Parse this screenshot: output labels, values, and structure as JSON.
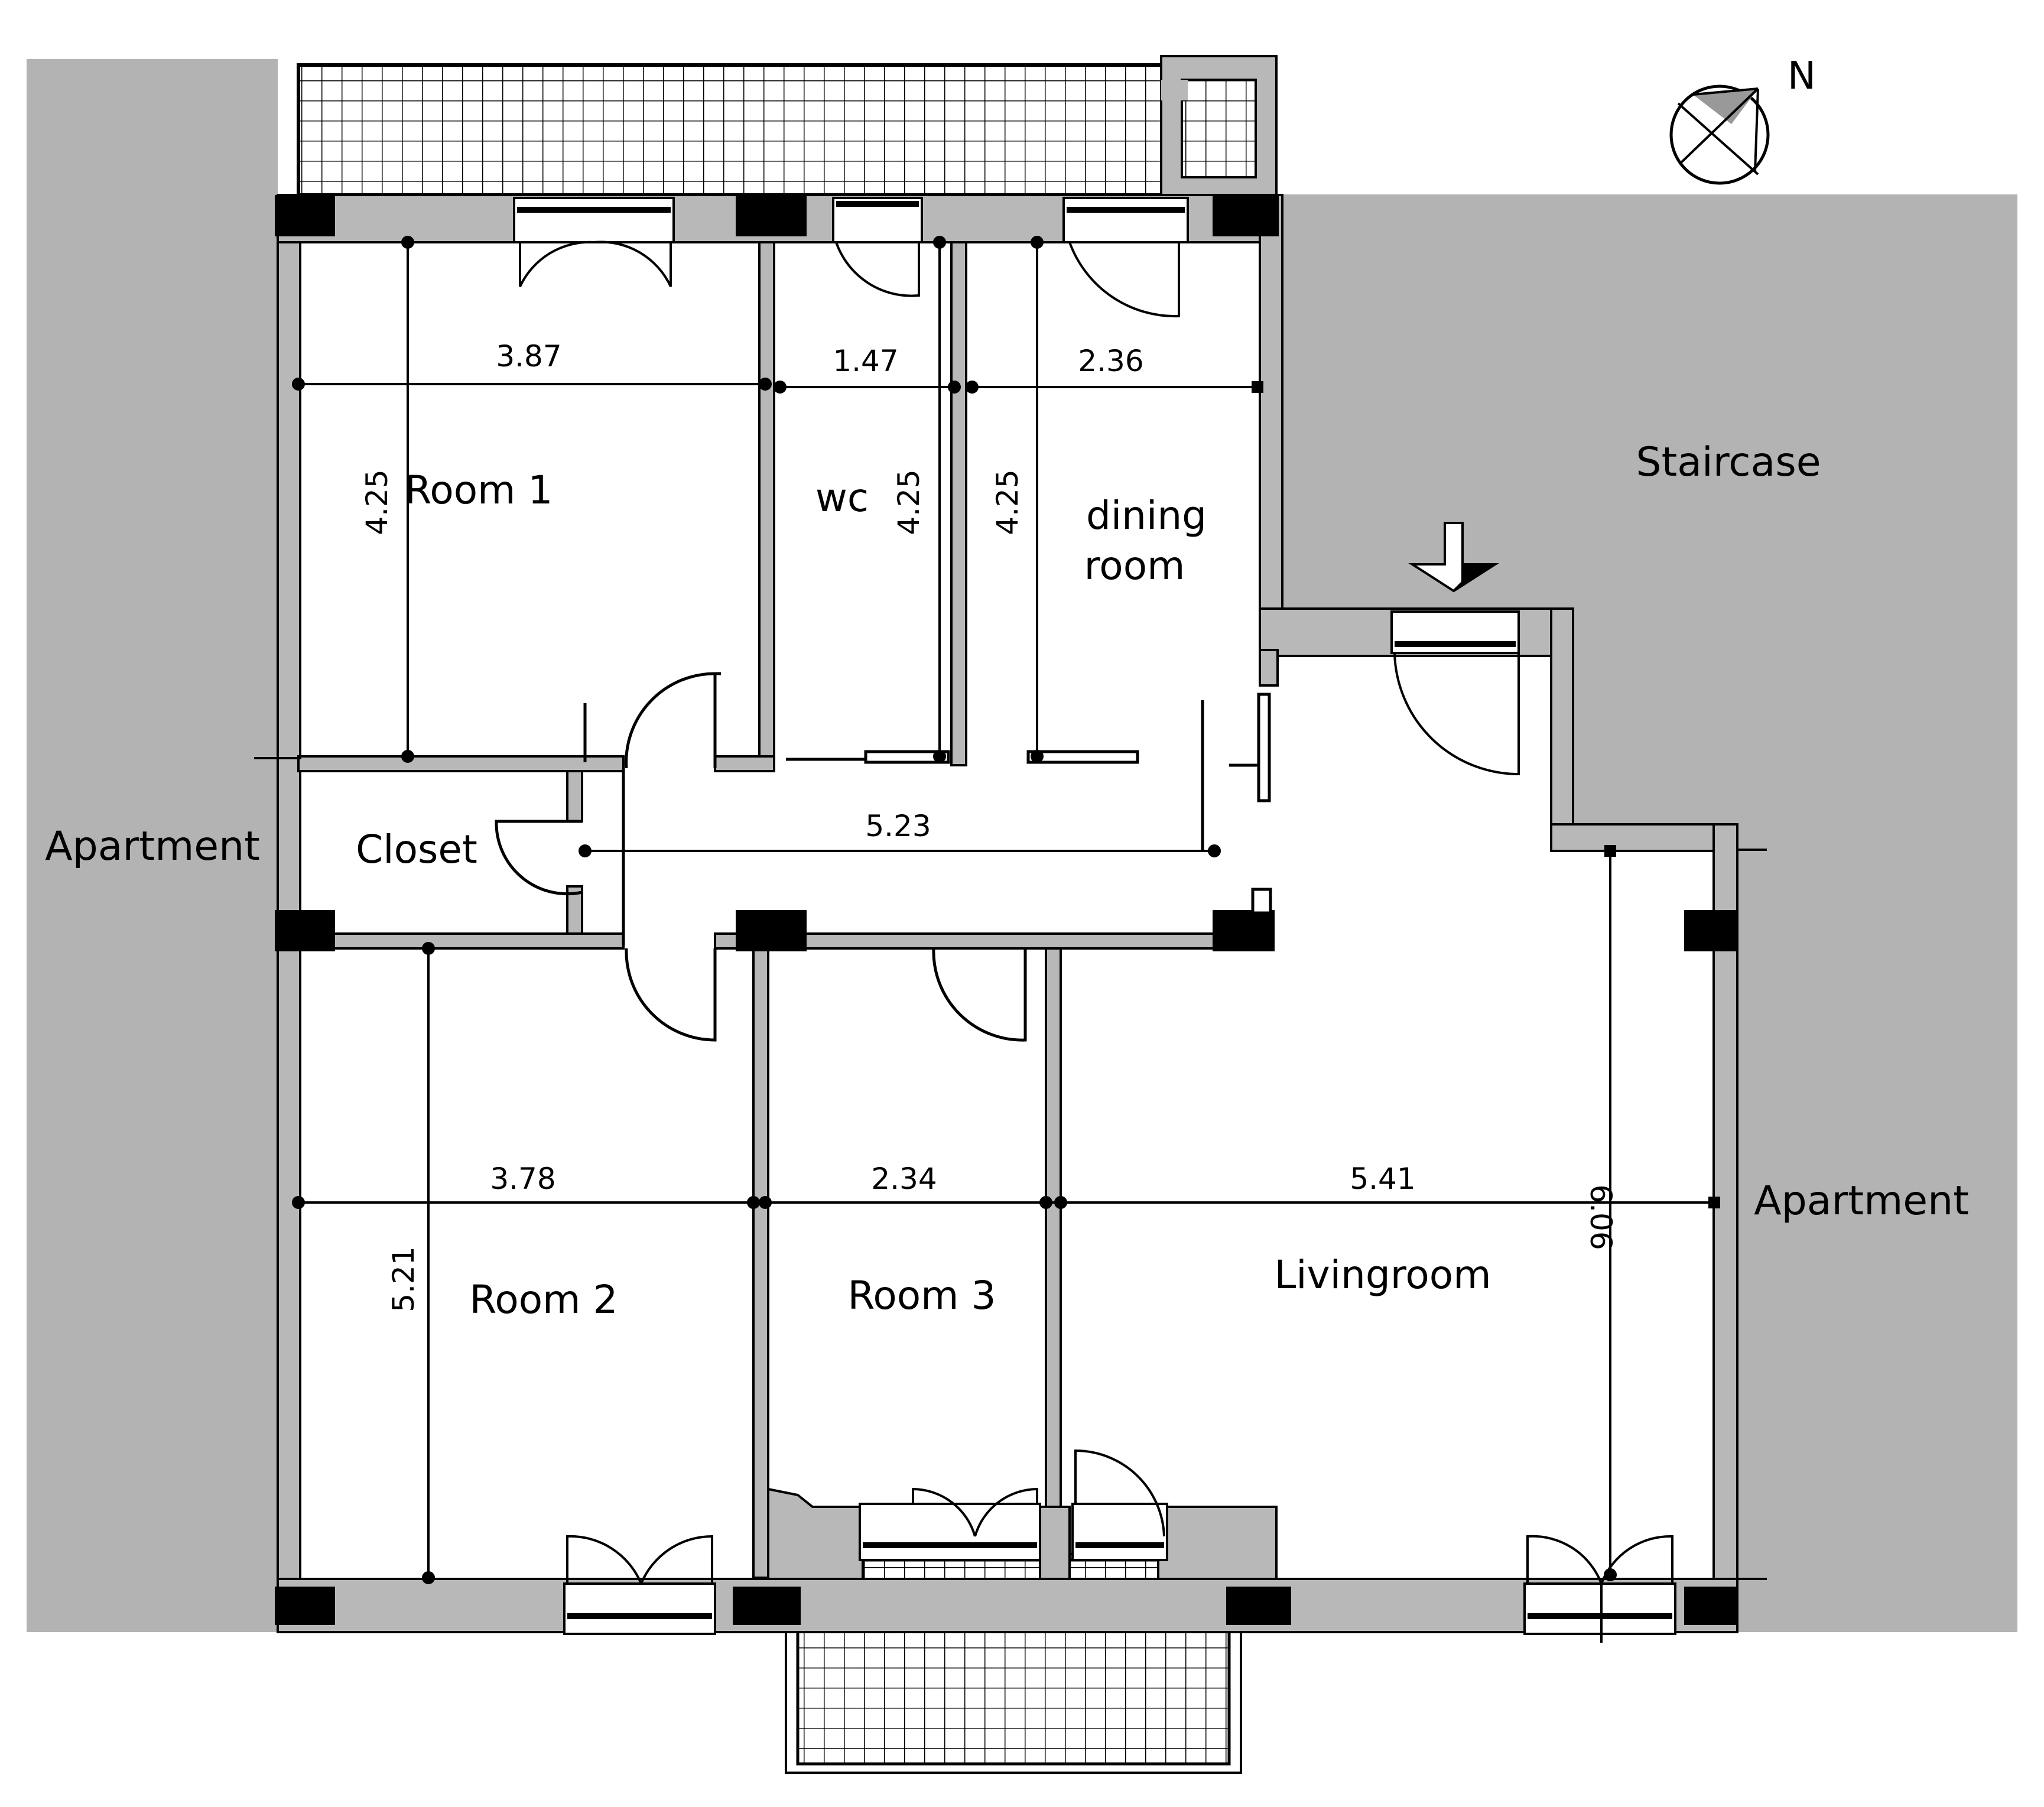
{
  "rooms": {
    "room1": "Room 1",
    "wc": "wc",
    "dining_line1": "dining",
    "dining_line2": "room",
    "closet": "Closet",
    "room2": "Room 2",
    "room3": "Room 3",
    "livingroom": "Livingroom"
  },
  "areas": {
    "staircase": "Staircase",
    "apartment_left": "Apartment",
    "apartment_right": "Apartment"
  },
  "compass": {
    "north": "N"
  },
  "dimensions": {
    "room1_width": "3.87",
    "room1_depth": "4.25",
    "wc_width": "1.47",
    "wc_depth": "4.25",
    "dining_width": "2.36",
    "dining_depth": "4.25",
    "hall_length": "5.23",
    "room2_width": "3.78",
    "room2_depth": "5.21",
    "room3_width": "2.34",
    "living_width": "5.41",
    "living_depth": "6.06"
  },
  "colors": {
    "wall": "#b8b8b8",
    "surround": "#b3b3b3",
    "column": "#000000",
    "line": "#000000"
  }
}
